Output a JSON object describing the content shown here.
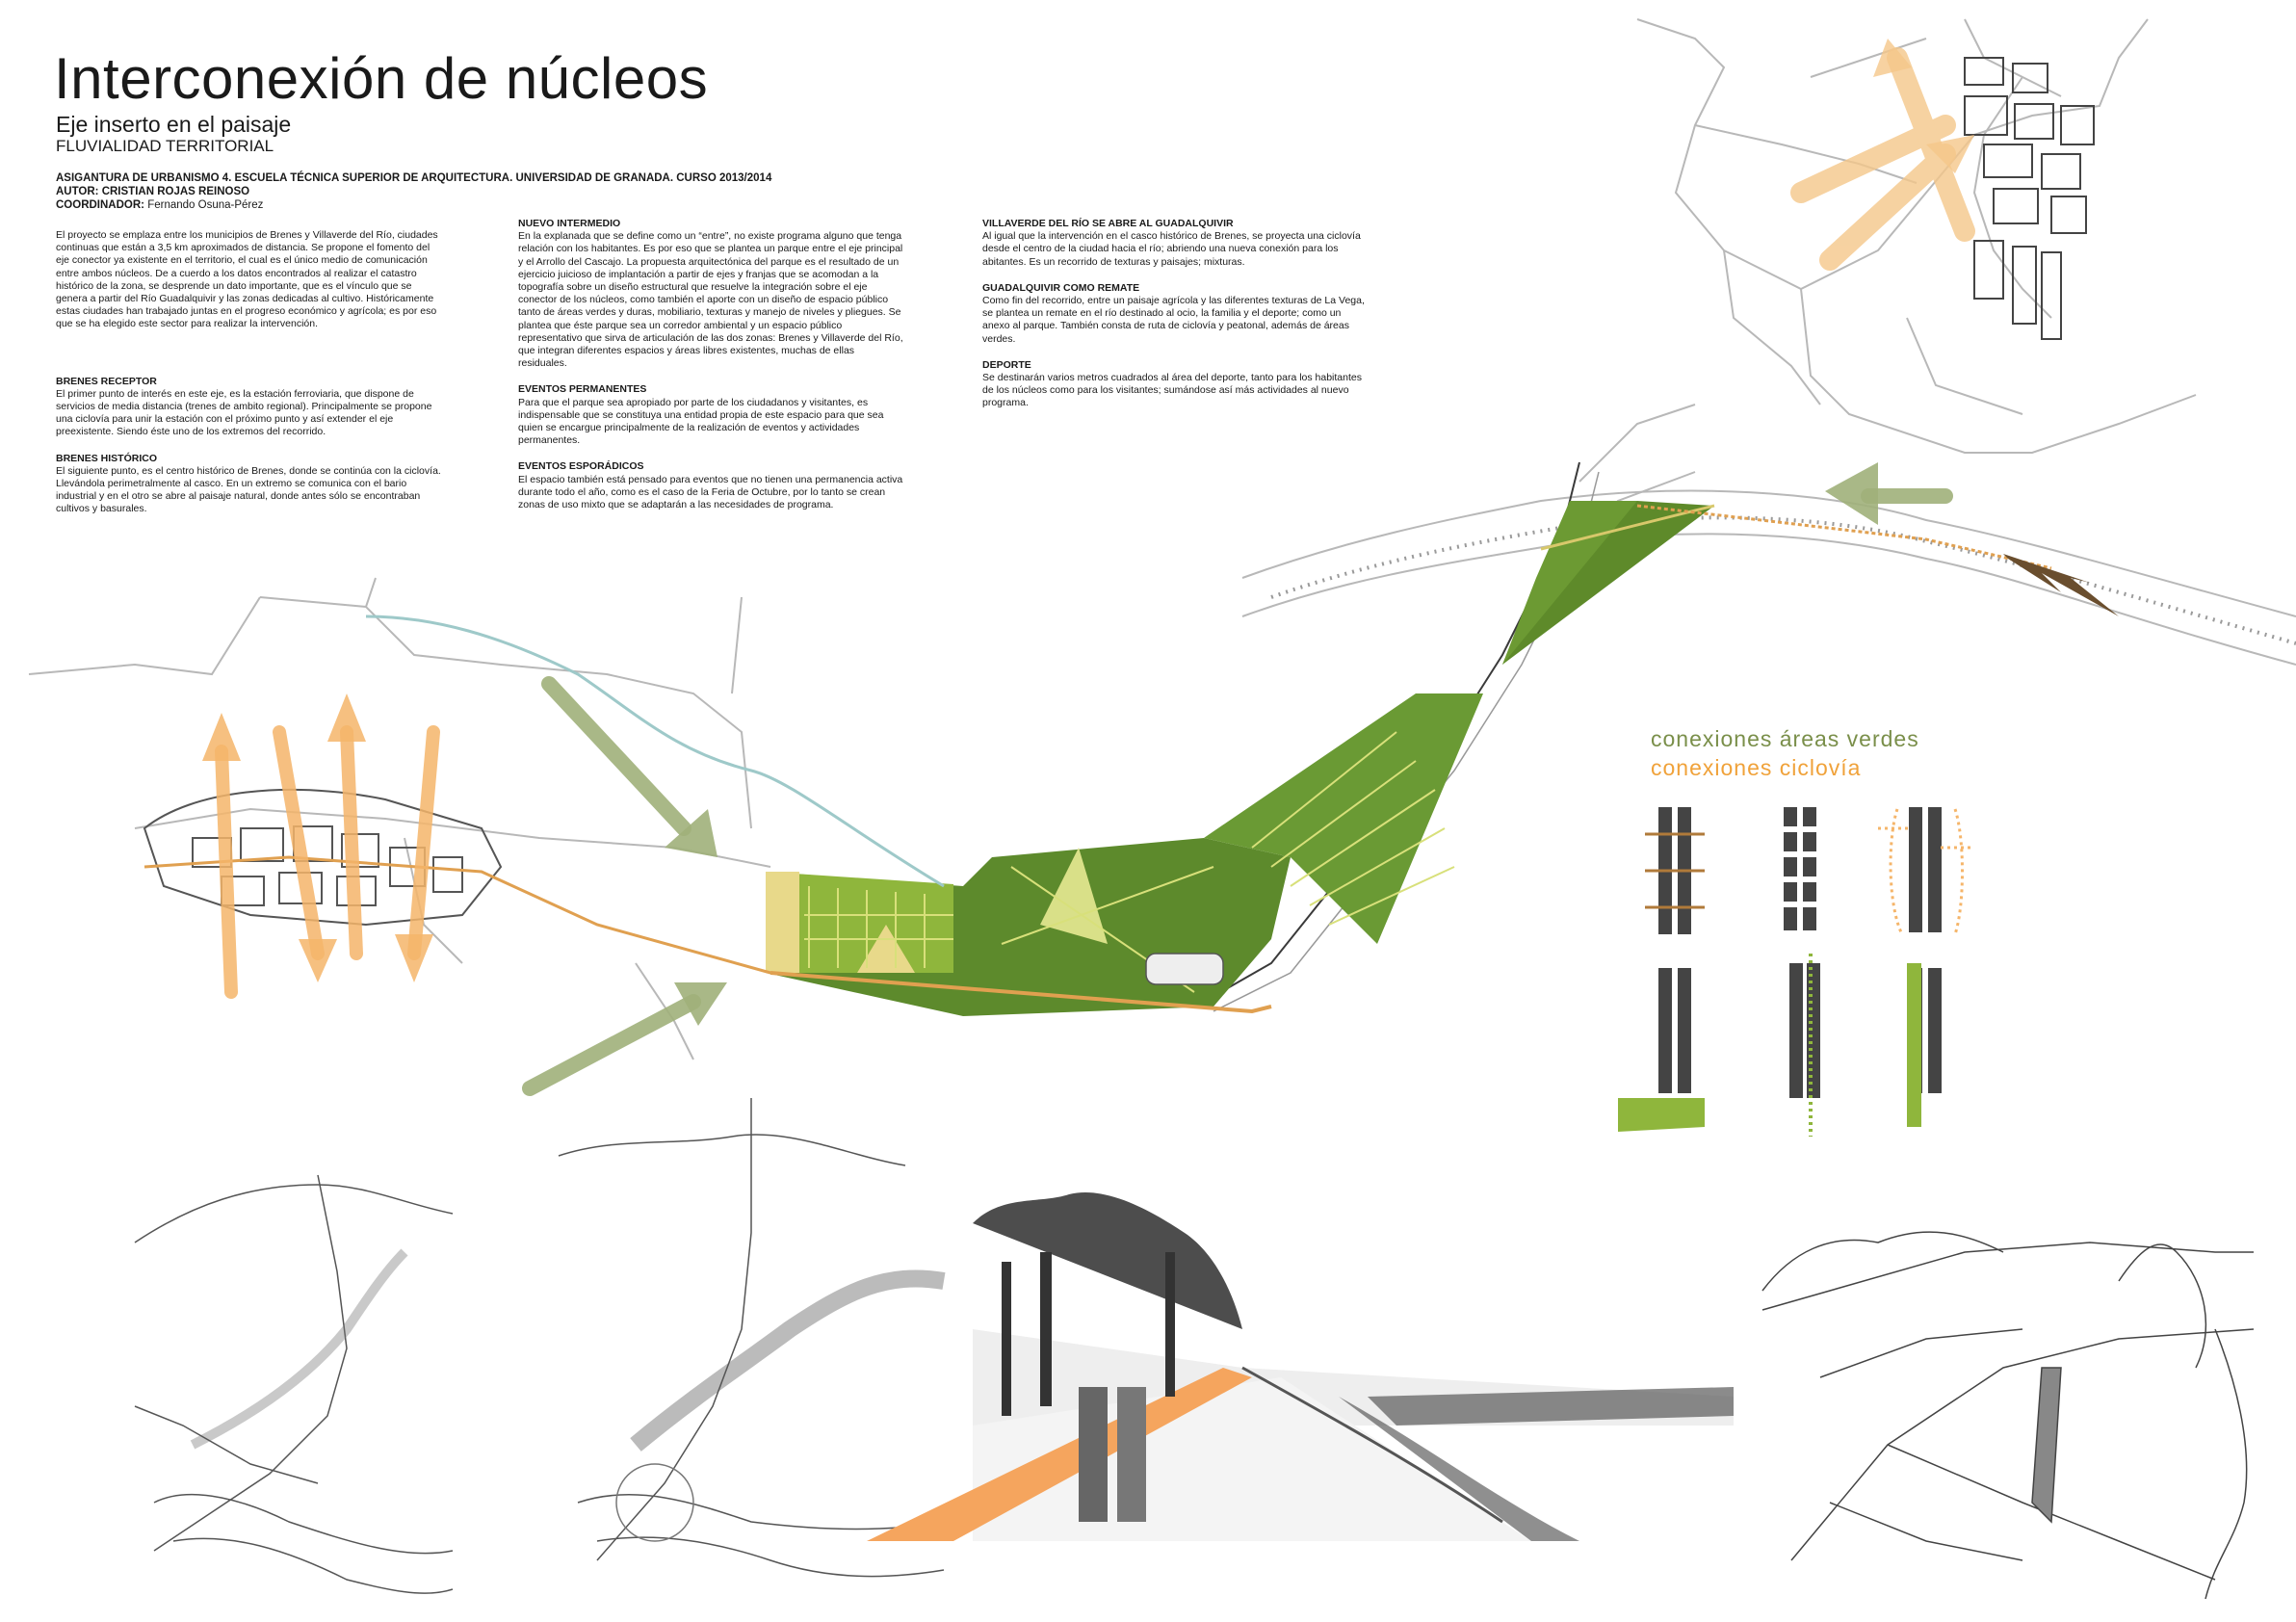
{
  "header": {
    "title": "Interconexión de núcleos",
    "subtitle": "Eje inserto en el paisaje",
    "tag": "FLUVIALIDAD TERRITORIAL"
  },
  "credits": {
    "course": "ASIGANTURA DE URBANISMO 4. ESCUELA TÉCNICA SUPERIOR DE ARQUITECTURA. UNIVERSIDAD DE GRANADA. CURSO 2013/2014",
    "author": "AUTOR: CRISTIAN ROJAS REINOSO",
    "coordinator_label": "COORDINADOR:",
    "coordinator_name": " Fernando Osuna-Pérez"
  },
  "column1": {
    "intro": "El proyecto se emplaza entre los municipios de Brenes y Villaverde del Río, ciudades continuas que están a 3,5 km aproximados de distancia. Se propone el fomento del eje conector ya existente en el territorio, el cual es el único medio de comunicación entre ambos núcleos. De a cuerdo a los datos encontrados al realizar el catastro histórico de la zona, se desprende un dato importante, que es el vínculo que se genera a partir del Río Guadalquivir y las zonas dedicadas al cultivo. Históricamente estas ciudades han trabajado juntas en el progreso económico y agrícola; es por eso que se ha elegido este sector para realizar la intervención.",
    "s1_head": "BRENES RECEPTOR",
    "s1_body": "El primer punto de interés en este eje, es la estación ferroviaria, que dispone de servicios de media distancia (trenes de ambito regional). Principalmente se propone una ciclovía para unir la estación con el próximo punto y así extender el eje preexistente. Siendo éste uno de los extremos del recorrido.",
    "s2_head": "BRENES HISTÓRICO",
    "s2_body": "El siguiente punto, es el centro histórico de Brenes, donde se continúa con la ciclovía. Llevándola perimetralmente al casco. En un extremo se comunica con el bario industrial y en el otro se abre al paisaje natural, donde antes sólo se encontraban cultivos y basurales."
  },
  "column2": {
    "s1_head": "NUEVO INTERMEDIO",
    "s1_body": "En la explanada que se define como un “entre”, no existe programa alguno que tenga relación con los habitantes. Es por eso que se plantea un parque entre el eje principal y el Arrollo del Cascajo. La propuesta arquitectónica del parque es el resultado de un ejercicio juicioso de implantación a partir de ejes y franjas que se acomodan a la topografía sobre un diseño estructural que resuelve la integración sobre el eje conector de los núcleos, como también el aporte con un diseño de espacio público tanto de áreas verdes y duras, mobiliario, texturas y manejo de niveles y pliegues. Se plantea que éste parque sea un corredor ambiental y un espacio público representativo que sirva de articulación de las dos zonas: Brenes y Villaverde del Río, que integran diferentes espacios y áreas libres existentes, muchas de ellas residuales.",
    "s2_head": "EVENTOS PERMANENTES",
    "s2_body": "Para que el parque sea apropiado por parte de los ciudadanos y visitantes, es indispensable que se constituya una entidad propia de este espacio para que sea quien se encargue principalmente de la realización de eventos y actividades permanentes.",
    "s3_head": "EVENTOS ESPORÁDICOS",
    "s3_body": "El espacio también está pensado para eventos que no tienen una permanencia activa durante todo el año, como es el caso de la Feria de Octubre, por lo tanto se crean zonas de uso mixto que se adaptarán a las necesidades de programa."
  },
  "column3": {
    "s1_head": "VILLAVERDE DEL RÍO SE ABRE AL GUADALQUIVIR",
    "s1_body": "Al igual que la intervención en el casco histórico de Brenes, se proyecta una ciclovía desde el centro de la ciudad hacia el río; abriendo una nueva conexión para los abitantes. Es un recorrido de texturas y paisajes; mixturas.",
    "s2_head": "GUADALQUIVIR COMO REMATE",
    "s2_body": "Como fin del recorrido, entre un paisaje agrícola y las diferentes texturas de La Vega, se plantea un remate en el río destinado al ocio, la familia y el deporte; como un anexo al parque. También consta de ruta de ciclovía y peatonal, además de áreas verdes.",
    "s3_head": "DEPORTE",
    "s3_body": "Se destinarán varios metros cuadrados al área del deporte, tanto para los habitantes de los núcleos como para los visitantes; sumándose así más actividades al nuevo programa."
  },
  "legend": {
    "green_label": "conexiones áreas verdes",
    "orange_label": "conexiones ciclovía"
  },
  "colors": {
    "green": "#8aa06a",
    "park_green": "#5d8a2c",
    "orange": "#f5b56a",
    "ink": "#2e2e2e",
    "map_line": "#b8b8b8",
    "river": "#9ec9c9"
  },
  "icons": [
    "park-plan",
    "town-map-brenes",
    "town-map-villaverde",
    "river-guadalquivir",
    "connection-arrows",
    "sketch-map",
    "perspective-sketch"
  ]
}
